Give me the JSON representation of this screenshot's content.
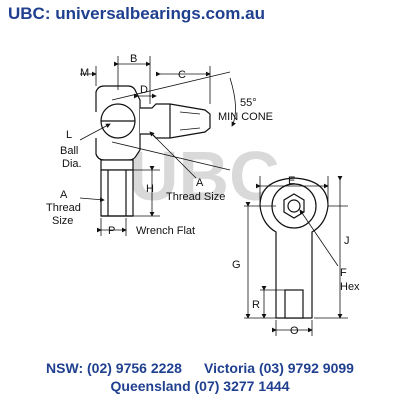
{
  "header": {
    "site": "UBC: universalbearings.com.au"
  },
  "footer": {
    "nsw": "NSW: (02) 9756 2228",
    "vic": "Victoria (03) 9792 9099",
    "qld": "Queensland (07) 3277 1444"
  },
  "watermark": "UBC",
  "labels": {
    "m": "M",
    "b": "B",
    "c": "C",
    "d": "D",
    "angle": "55°",
    "min_cone": "MIN CONE",
    "l": "L",
    "ball": "Ball",
    "dia": "Dia.",
    "h": "H",
    "a_left": "A",
    "thread_left_1": "Thread",
    "thread_left_2": "Size",
    "a_mid": "A",
    "thread_mid": "Thread Size",
    "p": "P",
    "wrench": "Wrench Flat",
    "e": "E",
    "j": "J",
    "g": "G",
    "f": "F",
    "hex": "Hex",
    "r": "R",
    "o": "O"
  },
  "colors": {
    "brand": "#1f3f8f",
    "line": "#111111",
    "watermark": "#d9d9d9"
  }
}
